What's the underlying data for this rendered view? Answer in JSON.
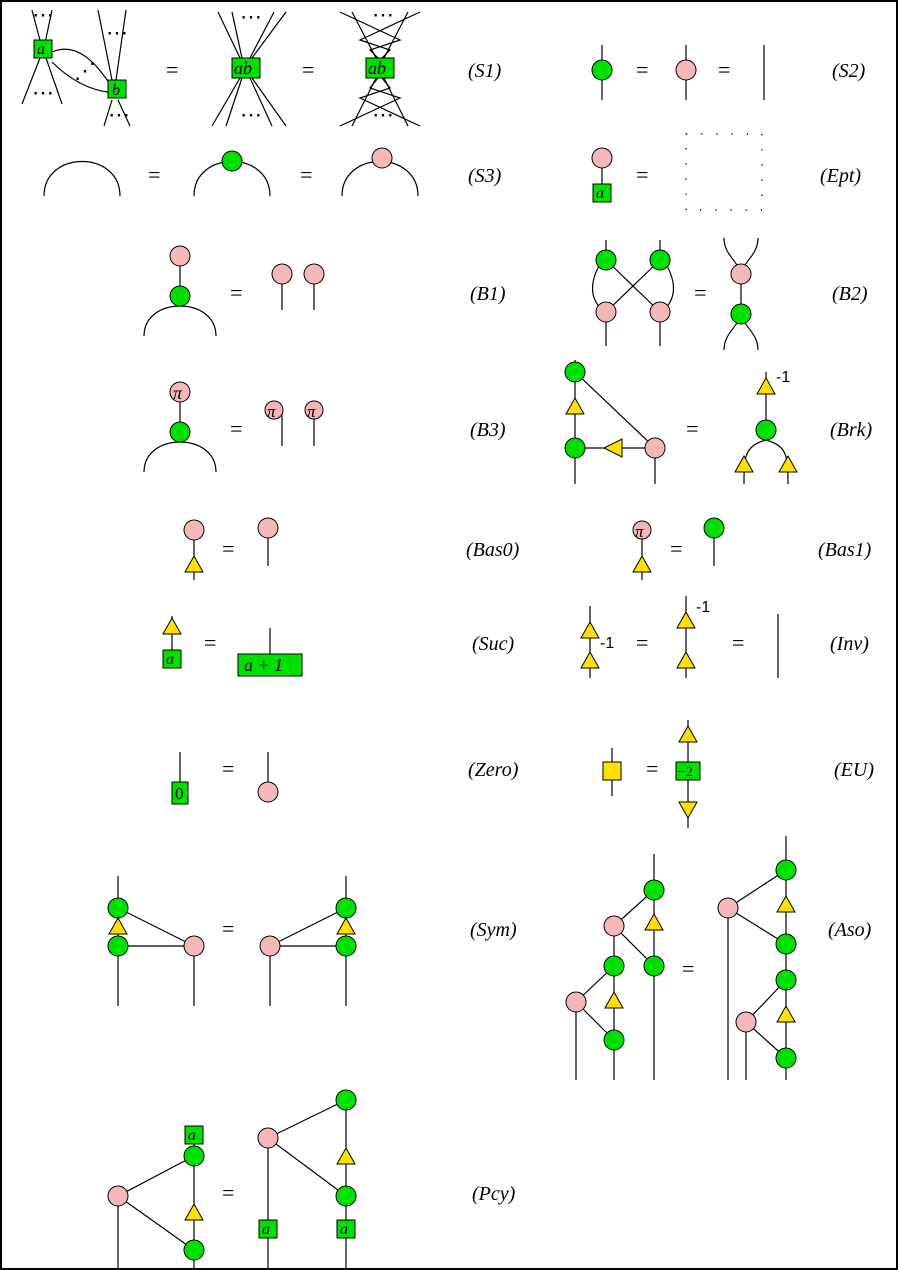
{
  "rules": {
    "s1": "(S1)",
    "s2": "(S2)",
    "s3": "(S3)",
    "ept": "(Ept)",
    "b1": "(B1)",
    "b2": "(B2)",
    "b3": "(B3)",
    "brk": "(Brk)",
    "bas0": "(Bas0)",
    "bas1": "(Bas1)",
    "suc": "(Suc)",
    "inv": "(Inv)",
    "zero": "(Zero)",
    "eu": "(EU)",
    "sym": "(Sym)",
    "aso": "(Aso)",
    "pcy": "(Pcy)"
  },
  "symbols": {
    "equals": "=",
    "dots": "⋯",
    "vdots": "⋰",
    "pi": "π",
    "inv_exp": "-1"
  },
  "box_labels": {
    "a": "a",
    "b": "b",
    "ab": "ab",
    "a_plus_1": "a + 1",
    "zero": "0",
    "minus_two": "−2"
  },
  "colors": {
    "green": "#00e000",
    "pink": "#f4b8b8",
    "yellow": "#ffe000",
    "stroke": "#000000"
  }
}
